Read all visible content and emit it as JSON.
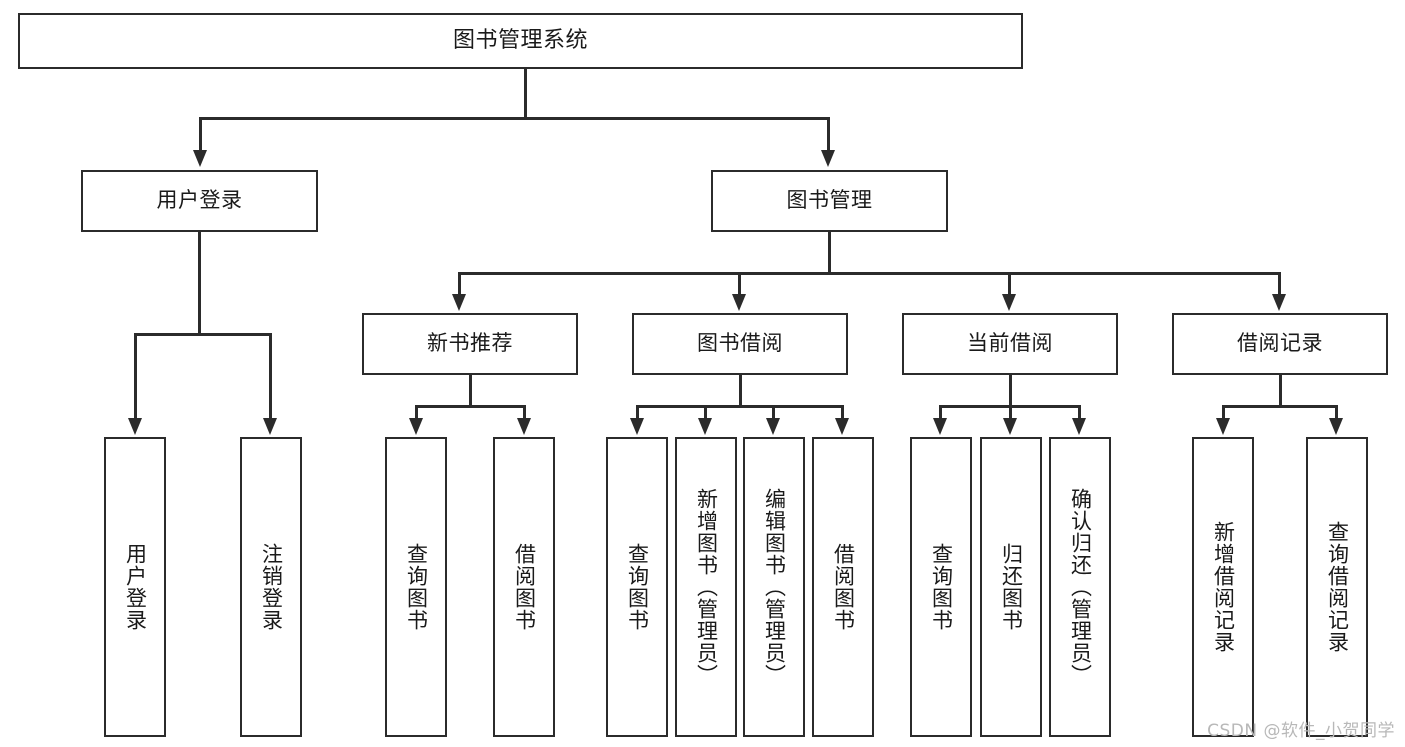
{
  "diagram": {
    "type": "hierarchy-tree",
    "title": "图书管理系统",
    "watermark": "CSDN @软件_小贺同学",
    "levels": 4,
    "colors": {
      "stroke": "#2b2b2b",
      "fill": "#ffffff",
      "text": "#1a1a1a",
      "watermark": "#b8b8b8"
    },
    "root": {
      "label": "图书管理系统",
      "orientation": "horizontal"
    },
    "level2": [
      {
        "label": "用户登录",
        "orientation": "horizontal"
      },
      {
        "label": "图书管理",
        "orientation": "horizontal"
      }
    ],
    "level3": [
      {
        "label": "新书推荐",
        "orientation": "horizontal",
        "parent": "图书管理"
      },
      {
        "label": "图书借阅",
        "orientation": "horizontal",
        "parent": "图书管理"
      },
      {
        "label": "当前借阅",
        "orientation": "horizontal",
        "parent": "图书管理"
      },
      {
        "label": "借阅记录",
        "orientation": "horizontal",
        "parent": "图书管理"
      }
    ],
    "leaves": {
      "用户登录": [
        {
          "label": "用户登录",
          "orientation": "vertical"
        },
        {
          "label": "注销登录",
          "orientation": "vertical"
        }
      ],
      "新书推荐": [
        {
          "label": "查询图书",
          "orientation": "vertical"
        },
        {
          "label": "借阅图书",
          "orientation": "vertical"
        }
      ],
      "图书借阅": [
        {
          "label": "查询图书",
          "orientation": "vertical"
        },
        {
          "label": "新增图书（管理员）",
          "orientation": "vertical"
        },
        {
          "label": "编辑图书（管理员）",
          "orientation": "vertical"
        },
        {
          "label": "借阅图书",
          "orientation": "vertical"
        }
      ],
      "当前借阅": [
        {
          "label": "查询图书",
          "orientation": "vertical"
        },
        {
          "label": "归还图书",
          "orientation": "vertical"
        },
        {
          "label": "确认归还（管理员）",
          "orientation": "vertical"
        }
      ],
      "借阅记录": [
        {
          "label": "新增借阅记录",
          "orientation": "vertical"
        },
        {
          "label": "查询借阅记录",
          "orientation": "vertical"
        }
      ]
    }
  }
}
